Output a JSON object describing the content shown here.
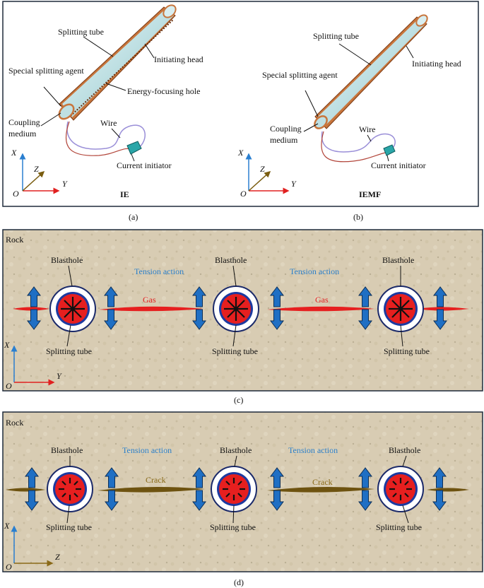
{
  "panel_a": {
    "splitting_tube": "Splitting tube",
    "initiating_head": "Initiating head",
    "special_agent": "Special splitting agent",
    "energy_hole": "Energy-focusing hole",
    "coupling_1": "Coupling",
    "coupling_2": "medium",
    "wire": "Wire",
    "current_initiator": "Current initiator",
    "axis_x": "X",
    "axis_z": "Z",
    "axis_y": "Y",
    "axis_o": "O",
    "tag": "IE",
    "caption": "(a)"
  },
  "panel_b": {
    "splitting_tube": "Splitting tube",
    "initiating_head": "Initiating head",
    "special_agent": "Special splitting agent",
    "coupling_1": "Coupling",
    "coupling_2": "medium",
    "wire": "Wire",
    "current_initiator": "Current initiator",
    "axis_x": "X",
    "axis_z": "Z",
    "axis_y": "Y",
    "axis_o": "O",
    "tag": "IEMF",
    "caption": "(b)"
  },
  "panel_c": {
    "rock": "Rock",
    "blasthole": "Blasthole",
    "splitting_tube": "Splitting tube",
    "tension": "Tension action",
    "gas": "Gas",
    "axis_x": "X",
    "axis_y": "Y",
    "axis_o": "O",
    "caption": "(c)"
  },
  "panel_d": {
    "rock": "Rock",
    "blasthole": "Blasthole",
    "splitting_tube": "Splitting tube",
    "tension": "Tension action",
    "crack": "Crack",
    "axis_x": "X",
    "axis_z": "Z",
    "axis_o": "O",
    "caption": "(d)"
  },
  "colors": {
    "rock": "#d9cdb5",
    "arrow": "#1f6fc4",
    "blast_red": "#e61f1f",
    "gas_red": "#e61f1f",
    "crack_brown": "#6e5310",
    "tension_text": "#2b7fc9",
    "tube_copper": "#c8753c",
    "tube_inner": "#cfe8ea"
  }
}
